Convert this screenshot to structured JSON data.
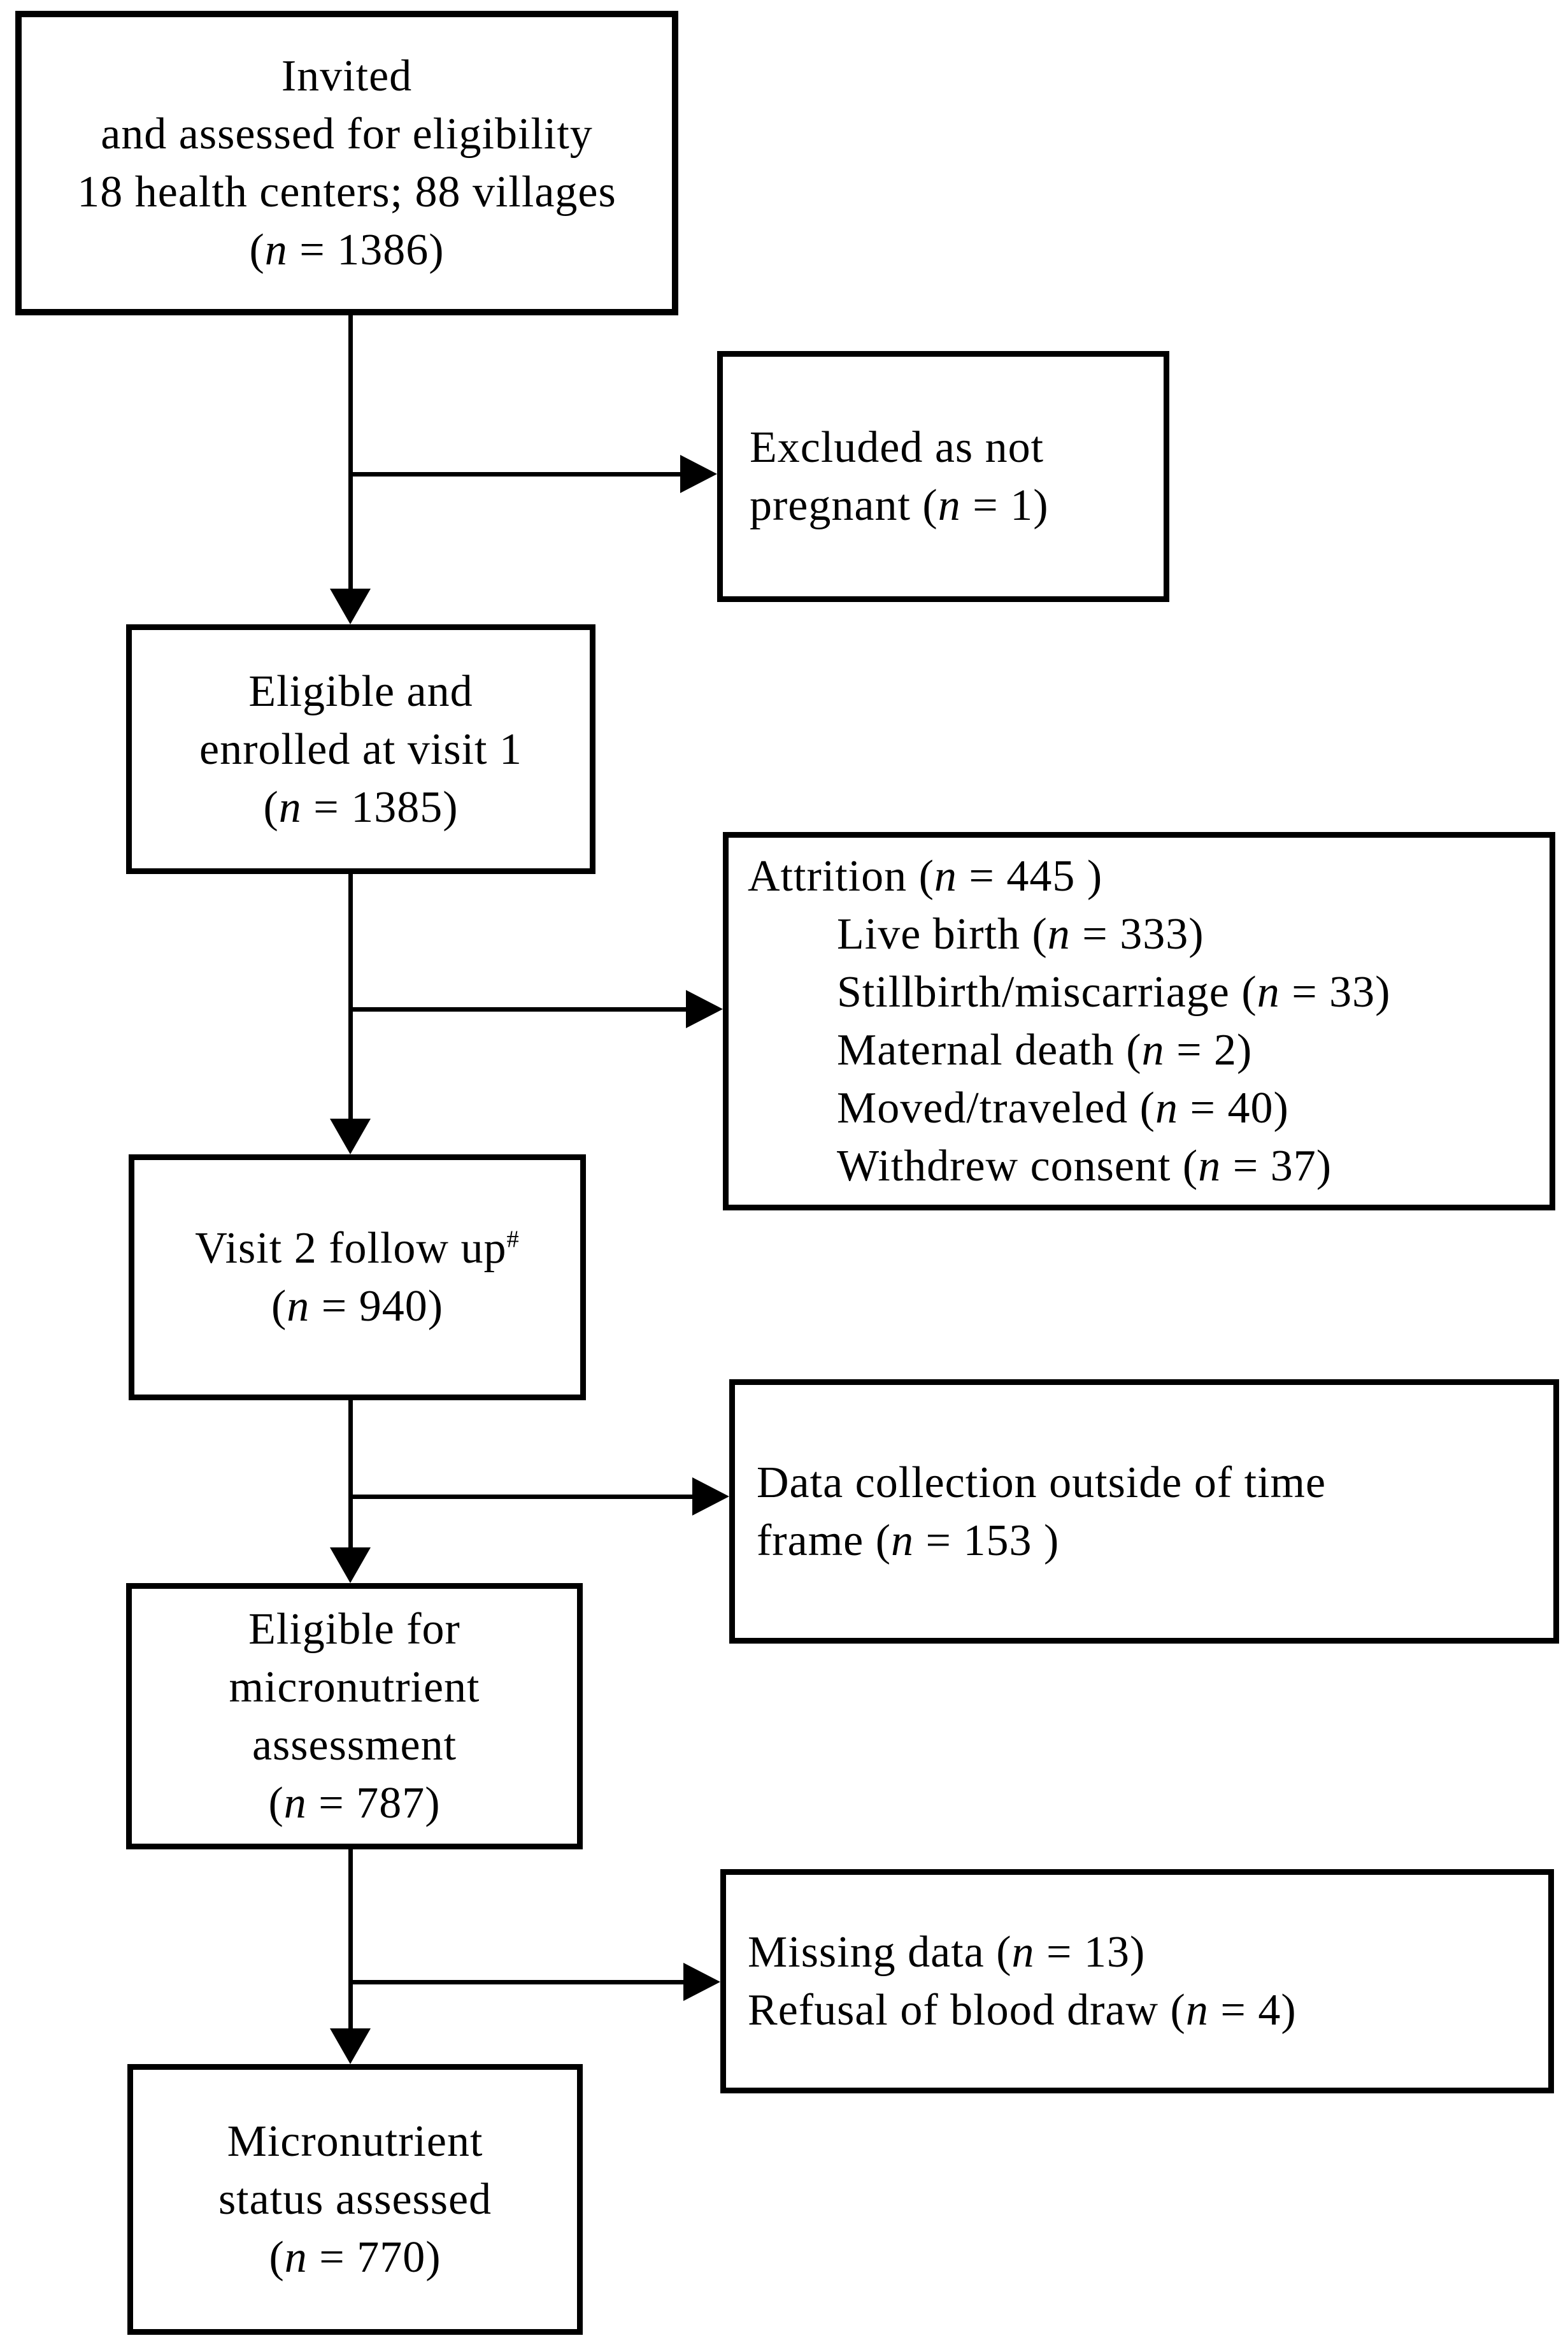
{
  "figure": {
    "type": "participant-flow-diagram",
    "colors": {
      "border": "#000000",
      "background": "#ffffff",
      "text": "#000000"
    },
    "boxes": {
      "invited": {
        "lines": [
          "Invited",
          "and assessed for eligibility",
          "18 health centers; 88 villages",
          "(n = 1386)"
        ]
      },
      "excluded": {
        "lines": [
          "Excluded as not",
          "pregnant (n = 1)"
        ]
      },
      "enrolled": {
        "lines": [
          "Eligible and",
          "enrolled at visit 1",
          "(n = 1385)"
        ]
      },
      "attrition": {
        "title": "Attrition (n = 445 )",
        "items": [
          "Live birth (n = 333)",
          "Stillbirth/miscarriage (n = 33)",
          "Maternal death (n = 2)",
          "Moved/traveled (n = 40)",
          "Withdrew consent (n = 37)"
        ]
      },
      "visit2": {
        "line1": "Visit 2 follow up",
        "sup_marker": "#",
        "line2": "(n = 940)"
      },
      "data_collection": {
        "lines": [
          "Data collection outside of time",
          "frame (n = 153 )"
        ]
      },
      "eligible_micronutrient": {
        "lines": [
          "Eligible for",
          "micronutrient",
          "assessment",
          "(n = 787)"
        ]
      },
      "missing": {
        "lines": [
          "Missing data (n = 13)",
          "Refusal of blood draw (n = 4)"
        ]
      },
      "status_assessed": {
        "lines": [
          "Micronutrient",
          "status assessed",
          "(n = 770)"
        ]
      }
    }
  }
}
